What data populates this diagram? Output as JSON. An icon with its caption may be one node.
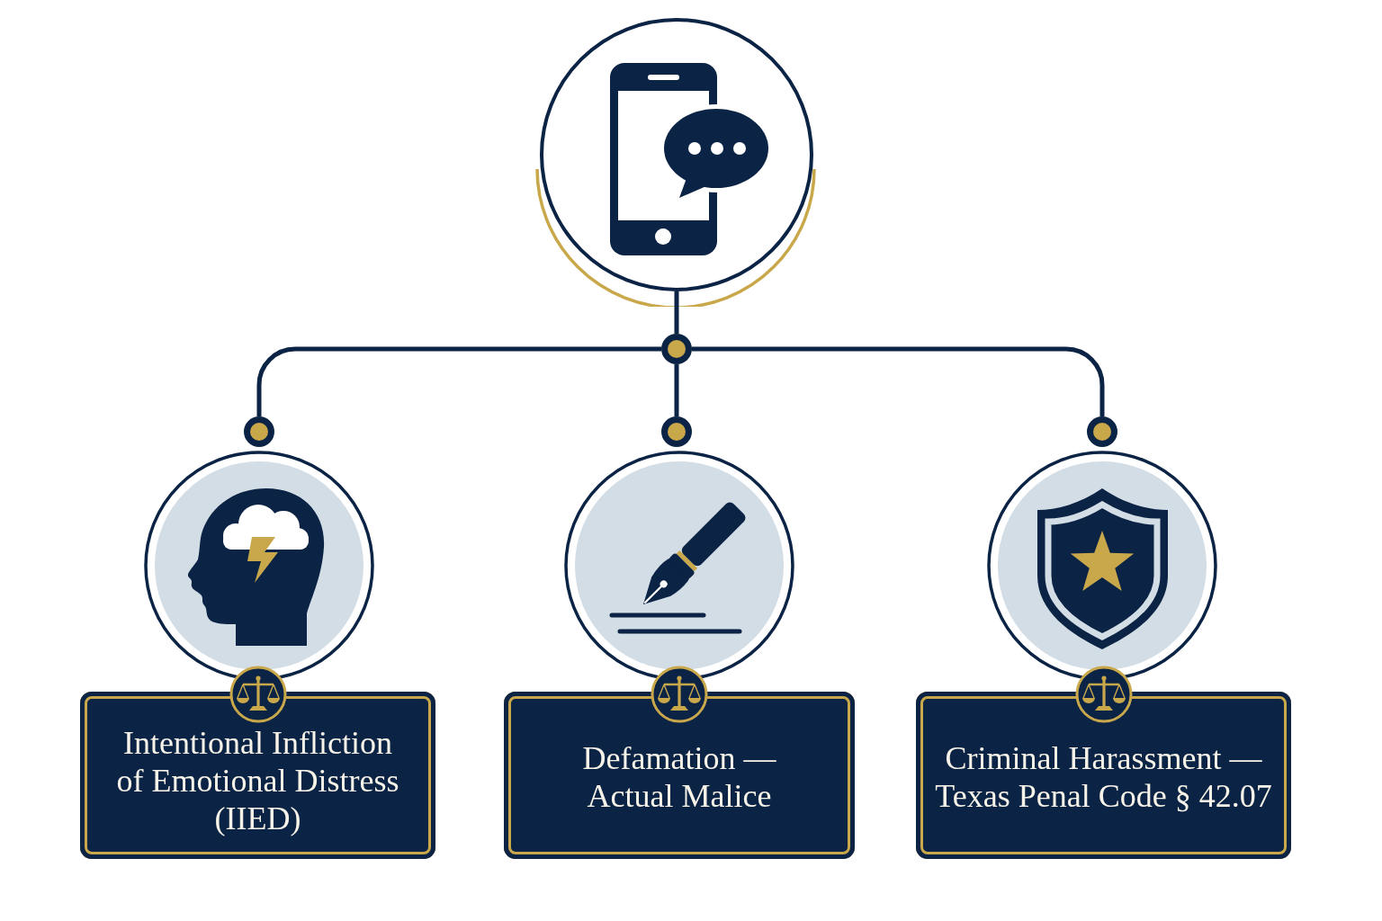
{
  "diagram": {
    "nodes": [
      {
        "text": [],
        "shape": "circle"
      },
      {
        "text": [],
        "shape": "circle"
      },
      {
        "text": [],
        "shape": "circle"
      },
      {
        "text": [],
        "shape": "circle"
      },
      {
        "text": [],
        "shape": "circle"
      },
      {
        "text": [],
        "shape": "circle"
      },
      {
        "text": [],
        "shape": "circle"
      },
      {
        "text": [],
        "shape": "circle"
      },
      {
        "text": [
          "Intentional Infliction of Emotional Distress (IIED)"
        ]
      },
      {
        "text": [
          "Defamation — Actual Malice"
        ]
      },
      {
        "text": [
          "Criminal Harassment — Texas Penal Code § 42.07"
        ]
      }
    ],
    "edges": [
      {
        "from": 0,
        "to": 1,
        "arrow": "none"
      },
      {
        "from": 1,
        "to": 2,
        "arrow": "none"
      },
      {
        "from": 1,
        "to": 3,
        "arrow": "none"
      },
      {
        "from": 1,
        "to": 4,
        "arrow": "none"
      }
    ]
  }
}
